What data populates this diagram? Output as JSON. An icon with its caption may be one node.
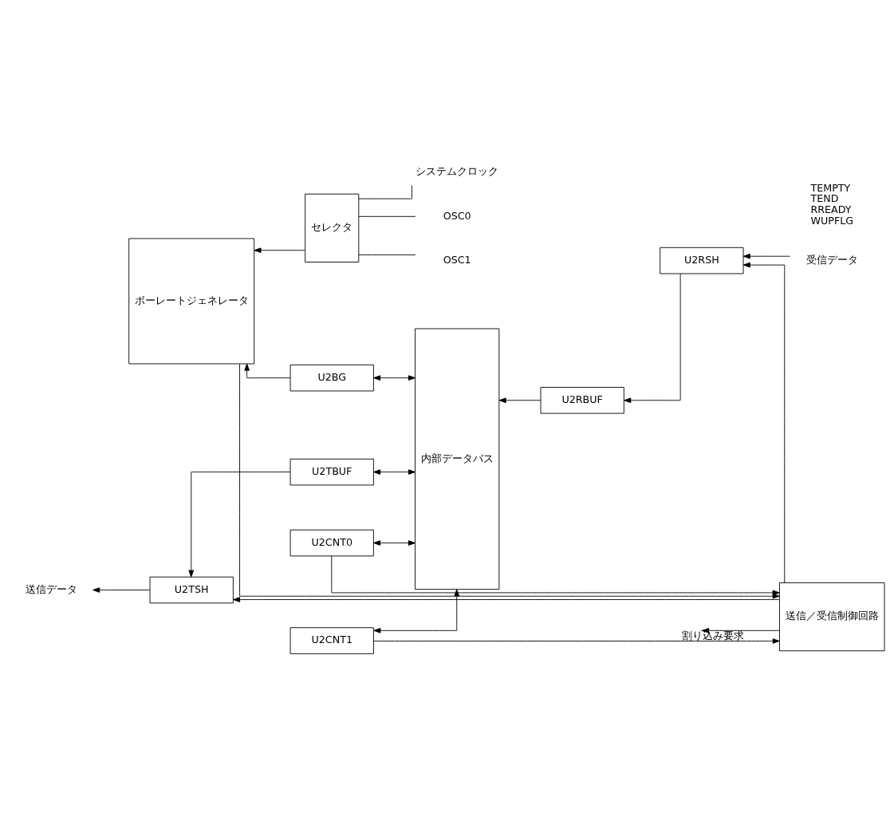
{
  "diagram": {
    "nodes": [
      {
        "text": [
          "送信／受信制御回路"
        ]
      },
      {
        "text": [
          "U2CNT0"
        ]
      },
      {
        "text": [
          "U2CNT1"
        ]
      },
      {
        "text": [
          "U2TSH"
        ]
      },
      {
        "text": [
          "U2TBUF"
        ]
      },
      {
        "text": [
          "U2RSH"
        ]
      },
      {
        "text": [
          "U2RBUF"
        ]
      },
      {
        "text": [
          "U2BG"
        ]
      },
      {
        "text": [
          "ボーレートジェネレータ"
        ]
      },
      {
        "text": [
          "セレクタ"
        ]
      },
      {
        "text": [
          "内部データバス"
        ]
      },
      {
        "text": [
          "送信データ"
        ]
      },
      {
        "text": [
          "受信データ"
        ]
      },
      {
        "text": [
          "システムクロック"
        ]
      },
      {
        "text": [
          "OSC0"
        ]
      },
      {
        "text": [
          "OSC1"
        ]
      }
    ],
    "edges": [
      {
        "from": 0,
        "to": null,
        "arrow": "to",
        "label": "割り込み要求"
      },
      {
        "from": 1,
        "to": 0,
        "arrow": "to"
      },
      {
        "from": 10,
        "to": 1,
        "arrow": "both"
      },
      {
        "from": 2,
        "to": 0,
        "arrow": "to"
      },
      {
        "from": 10,
        "to": 2,
        "arrow": "both"
      },
      {
        "from": 0,
        "to": 3,
        "arrow": "to"
      },
      {
        "from": 0,
        "to": 5,
        "arrow": "to"
      },
      {
        "from": 3,
        "to": 11,
        "arrow": "to"
      },
      {
        "from": 4,
        "to": 3,
        "arrow": "to"
      },
      {
        "from": 10,
        "to": 4,
        "arrow": "both"
      },
      {
        "from": 12,
        "to": 5,
        "arrow": "to"
      },
      {
        "from": 5,
        "to": 6,
        "arrow": "to"
      },
      {
        "from": 6,
        "to": 10,
        "arrow": "to"
      },
      {
        "from": 7,
        "to": 8,
        "arrow": "to"
      },
      {
        "from": 10,
        "to": 7,
        "arrow": "both"
      },
      {
        "from": 8,
        "to": 0,
        "arrow": "to"
      },
      {
        "from": 9,
        "to": 8,
        "arrow": "to"
      },
      {
        "from": 13,
        "to": 9,
        "arrow": "none"
      },
      {
        "from": 14,
        "to": 9,
        "arrow": "none"
      },
      {
        "from": 15,
        "to": 9,
        "arrow": "none"
      }
    ],
    "labels": [
      "TEMPTY",
      "TEND",
      "RREADY",
      "WUPFLG"
    ]
  }
}
